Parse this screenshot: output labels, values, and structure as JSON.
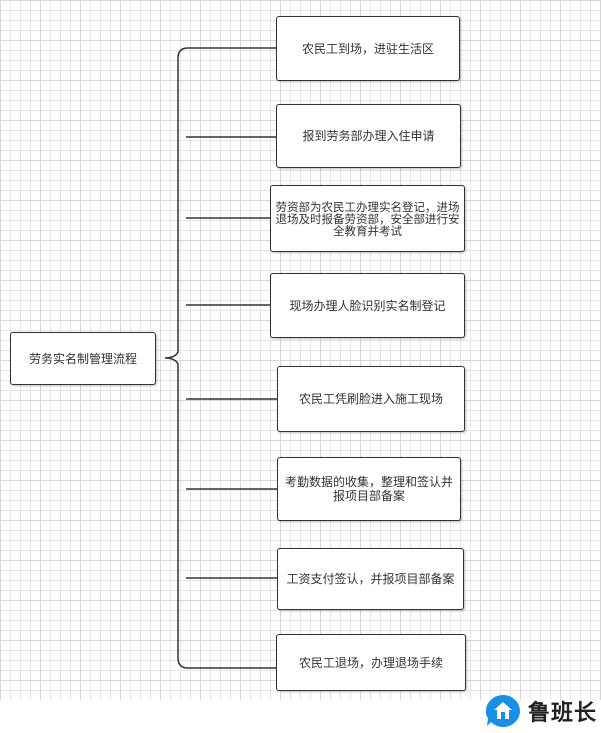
{
  "root": {
    "label": "劳务实名制管理流程"
  },
  "steps": [
    {
      "label": "农民工到场，进驻生活区"
    },
    {
      "label": "报到劳务部办理入住申请"
    },
    {
      "label": "劳资部为农民工办理实名登记，进场退场及时报备劳资部，安全部进行安全教育并考试"
    },
    {
      "label": "现场办理人脸识别实名制登记"
    },
    {
      "label": "农民工凭刷脸进入施工现场"
    },
    {
      "label": "考勤数据的收集，整理和签认并报项目部备案"
    },
    {
      "label": "工资支付签认，并报项目部备案"
    },
    {
      "label": "农民工退场，办理退场手续"
    }
  ],
  "watermark": {
    "text": "鲁班长",
    "color": "#1a8fe8",
    "icon": "luban-logo-icon"
  }
}
